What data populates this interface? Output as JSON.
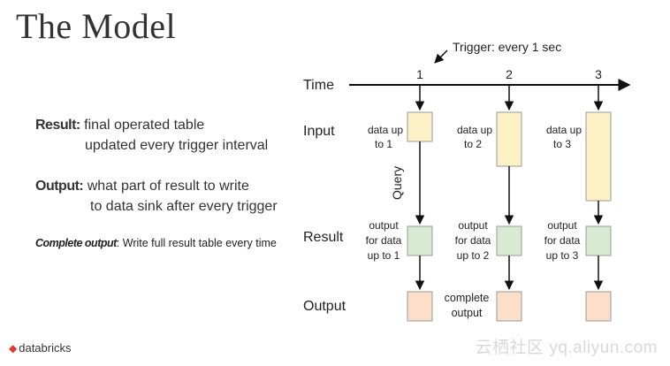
{
  "title": "The Model",
  "definitions": {
    "result": {
      "term": "Result:",
      "line1": " final operated table",
      "line2": "updated every trigger interval"
    },
    "output": {
      "term": "Output:",
      "line1": " what part of result to write",
      "line2": "to data sink after every trigger"
    },
    "complete": {
      "term": "Complete output",
      "text": ": Write full result table every time"
    }
  },
  "diagram": {
    "trigger_label": "Trigger: every 1 sec",
    "row_labels": {
      "time": "Time",
      "input": "Input",
      "result": "Result",
      "output": "Output"
    },
    "query_label": "Query",
    "ticks": [
      "1",
      "2",
      "3"
    ],
    "input_labels": [
      [
        "data up",
        "to 1"
      ],
      [
        "data up",
        "to 2"
      ],
      [
        "data up",
        "to 3"
      ]
    ],
    "result_labels": [
      [
        "output",
        "for data",
        "up to 1"
      ],
      [
        "output",
        "for data",
        "up to 2"
      ],
      [
        "output",
        "for data",
        "up to 3"
      ]
    ],
    "output_label": [
      "complete",
      "output"
    ],
    "colors": {
      "input": "#fdf1c6",
      "result": "#d9ead3",
      "output": "#fbdfc9",
      "border": "#888888"
    }
  },
  "footer": {
    "logo_text": "databricks",
    "watermark": "云栖社区 yq.aliyun.com"
  }
}
